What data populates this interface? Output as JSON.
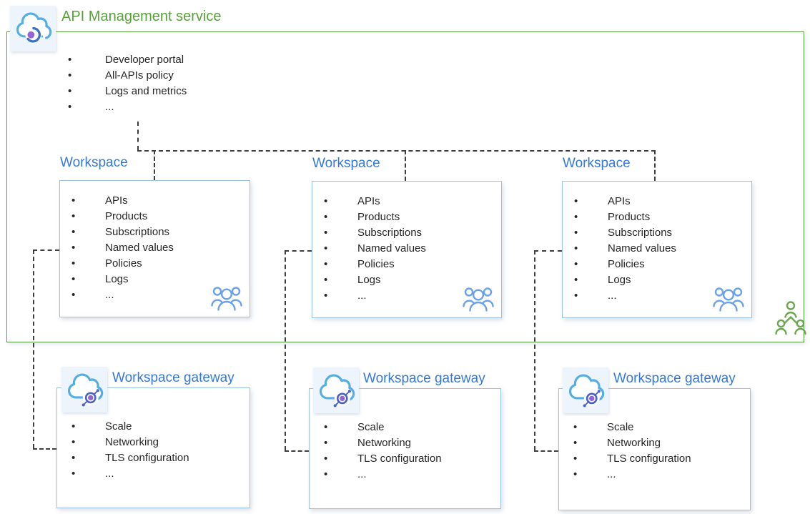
{
  "service": {
    "title": "API Management service",
    "icon": "api-management-cloud-icon",
    "features": [
      "Developer portal",
      "All-APIs policy",
      "Logs and metrics",
      "..."
    ]
  },
  "workspaces": [
    {
      "title": "Workspace",
      "icon": "team-icon",
      "features": [
        "APIs",
        "Products",
        "Subscriptions",
        "Named values",
        "Policies",
        "Logs",
        "..."
      ]
    },
    {
      "title": "Workspace",
      "icon": "team-icon",
      "features": [
        "APIs",
        "Products",
        "Subscriptions",
        "Named values",
        "Policies",
        "Logs",
        "..."
      ]
    },
    {
      "title": "Workspace",
      "icon": "team-icon",
      "features": [
        "APIs",
        "Products",
        "Subscriptions",
        "Named values",
        "Policies",
        "Logs",
        "..."
      ]
    }
  ],
  "gateways": [
    {
      "title": "Workspace gateway",
      "icon": "workspace-gateway-cloud-icon",
      "features": [
        "Scale",
        "Networking",
        "TLS configuration",
        "..."
      ]
    },
    {
      "title": "Workspace gateway",
      "icon": "workspace-gateway-cloud-icon",
      "features": [
        "Scale",
        "Networking",
        "TLS configuration",
        "..."
      ]
    },
    {
      "title": "Workspace gateway",
      "icon": "workspace-gateway-cloud-icon",
      "features": [
        "Scale",
        "Networking",
        "TLS configuration",
        "..."
      ]
    }
  ],
  "org_icon": "org-people-icon",
  "colors": {
    "service_green": "#57a23b",
    "title_blue": "#3579d8",
    "card_border_blue": "#9cc2e8",
    "connector_dash": "#3e3e3e",
    "body_text": "#262626",
    "people_blue": "#6ba1e8",
    "people_green": "#6aa84f",
    "icon_purple": "#9565d2",
    "icon_cloud_blue": "#53aee3",
    "icon_ring_blue": "#4b63c6",
    "icon_background": "#edf4fc"
  }
}
